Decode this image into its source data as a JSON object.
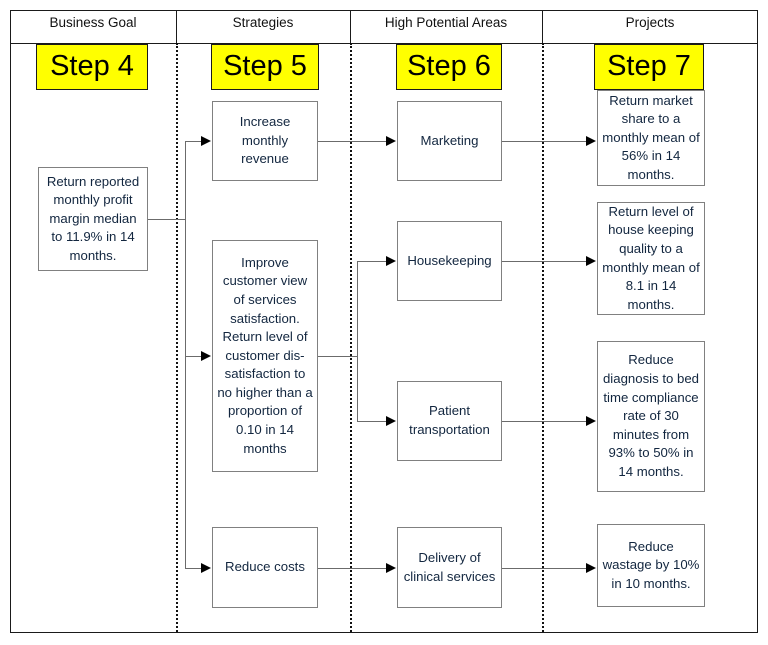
{
  "diagram": {
    "columns": [
      {
        "title": "Business Goal",
        "step": "Step 4"
      },
      {
        "title": "Strategies",
        "step": "Step 5"
      },
      {
        "title": "High Potential Areas",
        "step": "Step 6"
      },
      {
        "title": "Projects",
        "step": "Step 7"
      }
    ],
    "business_goal": [
      {
        "text": "Return reported monthly profit margin median to 11.9% in 14 months."
      }
    ],
    "strategies": [
      {
        "text": "Increase monthly revenue"
      },
      {
        "text": "Improve customer view of services satisfaction. Return level of customer dis-satisfaction to no higher than a proportion of 0.10 in 14 months"
      },
      {
        "text": "Reduce costs"
      }
    ],
    "high_potential_areas": [
      {
        "text": "Marketing"
      },
      {
        "text": "Housekeeping"
      },
      {
        "text": "Patient transportation"
      },
      {
        "text": "Delivery of clinical services"
      }
    ],
    "projects": [
      {
        "text": "Return market share to a monthly mean of 56% in 14 months."
      },
      {
        "text": "Return level of house keeping quality to a monthly mean of 8.1 in 14 months."
      },
      {
        "text": "Reduce diagnosis to bed time compliance rate of 30 minutes from 93% to 50% in 14 months."
      },
      {
        "text": "Reduce wastage by 10% in 10 months."
      }
    ],
    "colors": {
      "step_highlight": "#ffff00",
      "frame": "#1a1a1a",
      "node_border": "#808080",
      "connector": "#6b6b6b",
      "arrow": "#000000",
      "text": "#12263f"
    }
  }
}
